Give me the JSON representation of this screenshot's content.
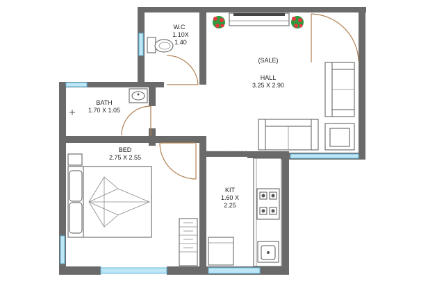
{
  "rooms": {
    "wc": {
      "name": "W.C",
      "size_line1": "1.10X",
      "size_line2": "1.40"
    },
    "bath": {
      "name": "BATH",
      "size": "1.70 X 1.05"
    },
    "hall": {
      "note": "(SALE)",
      "name": "HALL",
      "size": "3.25 X 2.90"
    },
    "bed": {
      "name": "BED",
      "size": "2.75 X 2.55"
    },
    "kit": {
      "name": "KIT",
      "size_line1": "1.60 X",
      "size_line2": "2.25"
    }
  },
  "colors": {
    "wall": "#6a6a6a",
    "window": "#bfe6f5",
    "door_swing": "#b08050",
    "plant_flower": "#e23b3b",
    "plant_leaf": "#2e9a3c"
  },
  "icons": [
    "plant-icon",
    "toilet-icon",
    "washbasin-icon",
    "sofa-icon",
    "armchair-icon",
    "bed-icon",
    "stove-icon",
    "sink-icon",
    "wardrobe-icon"
  ]
}
